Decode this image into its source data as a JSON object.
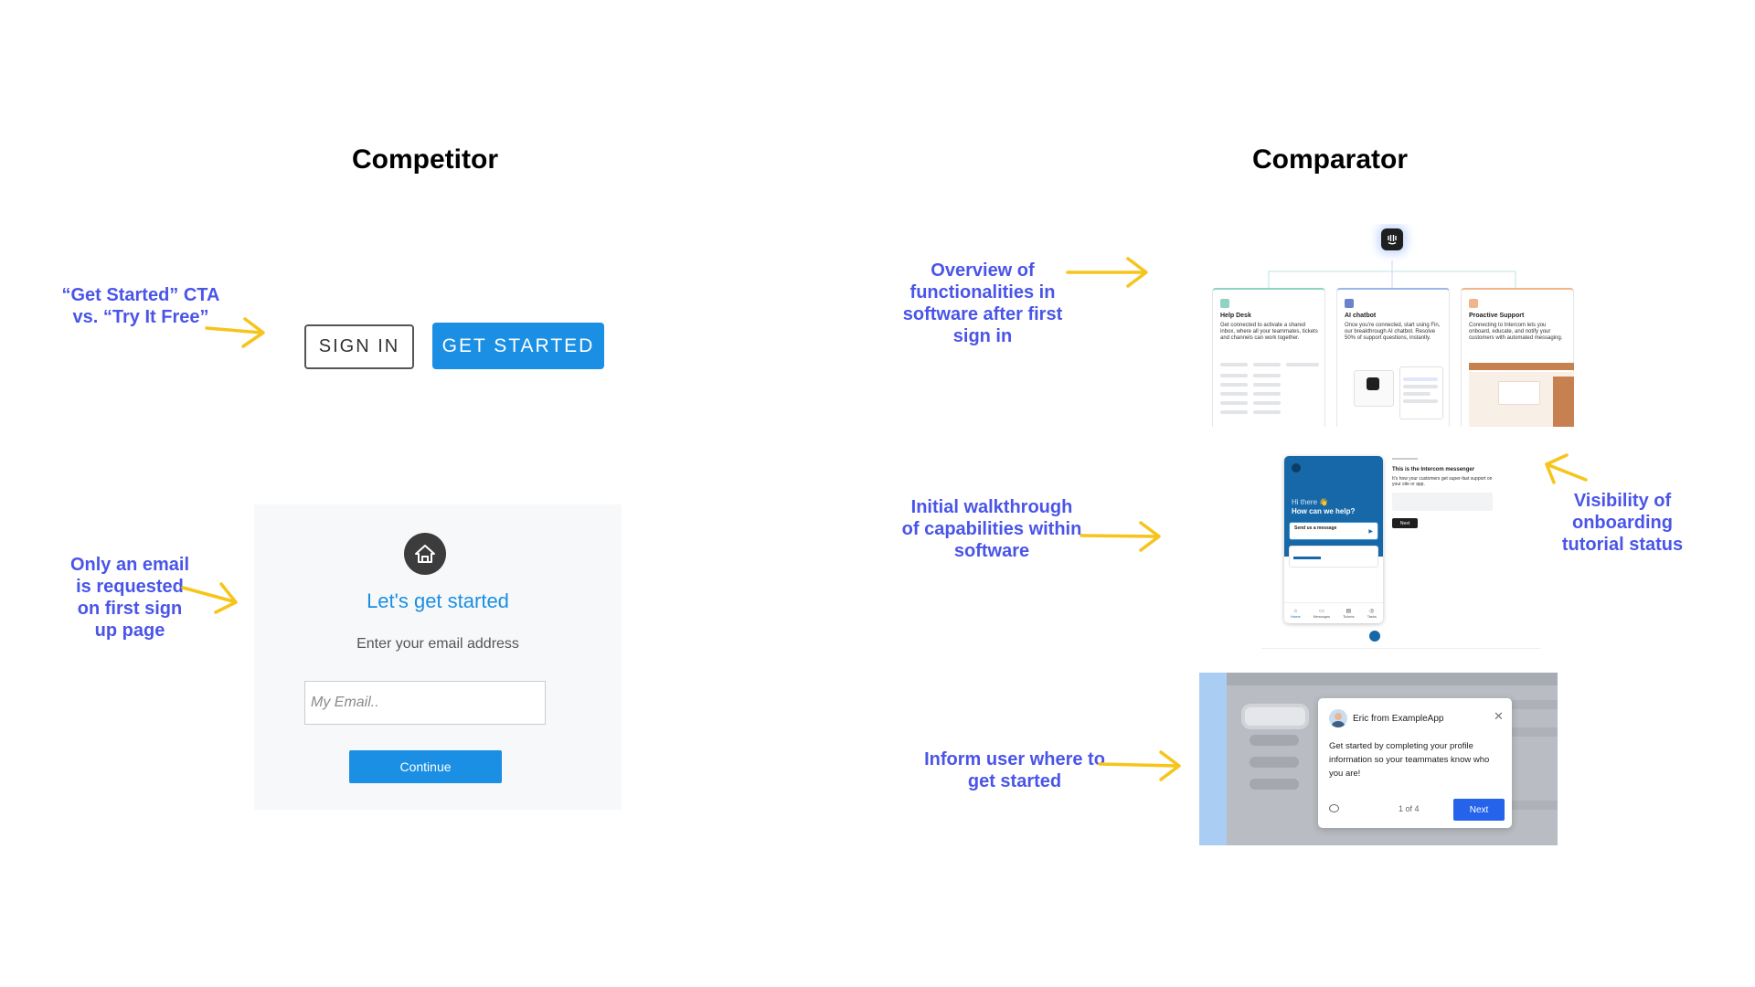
{
  "headings": {
    "left": "Competitor",
    "right": "Comparator"
  },
  "annotations": {
    "cta": "“Get Started” CTA vs. “Try It Free”",
    "email": "Only an email is requested on first sign up page",
    "overview": "Overview of functionalities in software after first sign in",
    "walkthrough": "Initial walkthrough of capabilities within software",
    "visibility": "Visibility of onboarding tutorial status",
    "inform": "Inform user where to get started"
  },
  "competitor": {
    "sign_in": "SIGN IN",
    "get_started": "GET STARTED",
    "signup_title": "Let's get started",
    "signup_subtitle": "Enter your email address",
    "email_placeholder": "My Email..",
    "continue": "Continue"
  },
  "overview_panel": {
    "cards": [
      {
        "title": "Help Desk",
        "text": "Get connected to activate a shared inbox, where all your teammates, tickets and channels can work together.",
        "accent": "#8fd3c3"
      },
      {
        "title": "AI chatbot",
        "text": "Once you’re connected, start using Fin, our breakthrough AI chatbot. Resolve 50% of support questions, instantly.",
        "accent": "#9bb6e8"
      },
      {
        "title": "Proactive Support",
        "text": "Connecting to Intercom lets you onboard, educate, and notify your customers with automated messaging.",
        "accent": "#f0b58a"
      }
    ]
  },
  "messenger_panel": {
    "greeting": "Hi there 👋",
    "help": "How can we help?",
    "send_message": "Send us a message",
    "tabs": [
      "Home",
      "Messages",
      "Tickets",
      "Tasks"
    ],
    "tip_title": "This is the Intercom messenger",
    "tip_text": "It’s how your customers get super-fast support on your site or app.",
    "next": "Next"
  },
  "tour_panel": {
    "sender": "Eric from ExampleApp",
    "message": "Get started by completing your profile information so your teammates know who you are!",
    "step": "1 of 4",
    "next": "Next"
  },
  "colors": {
    "annotation": "#4a55e8",
    "arrow": "#f6c41a",
    "primary_blue": "#1a8fe3",
    "tour_blue": "#2563eb"
  }
}
